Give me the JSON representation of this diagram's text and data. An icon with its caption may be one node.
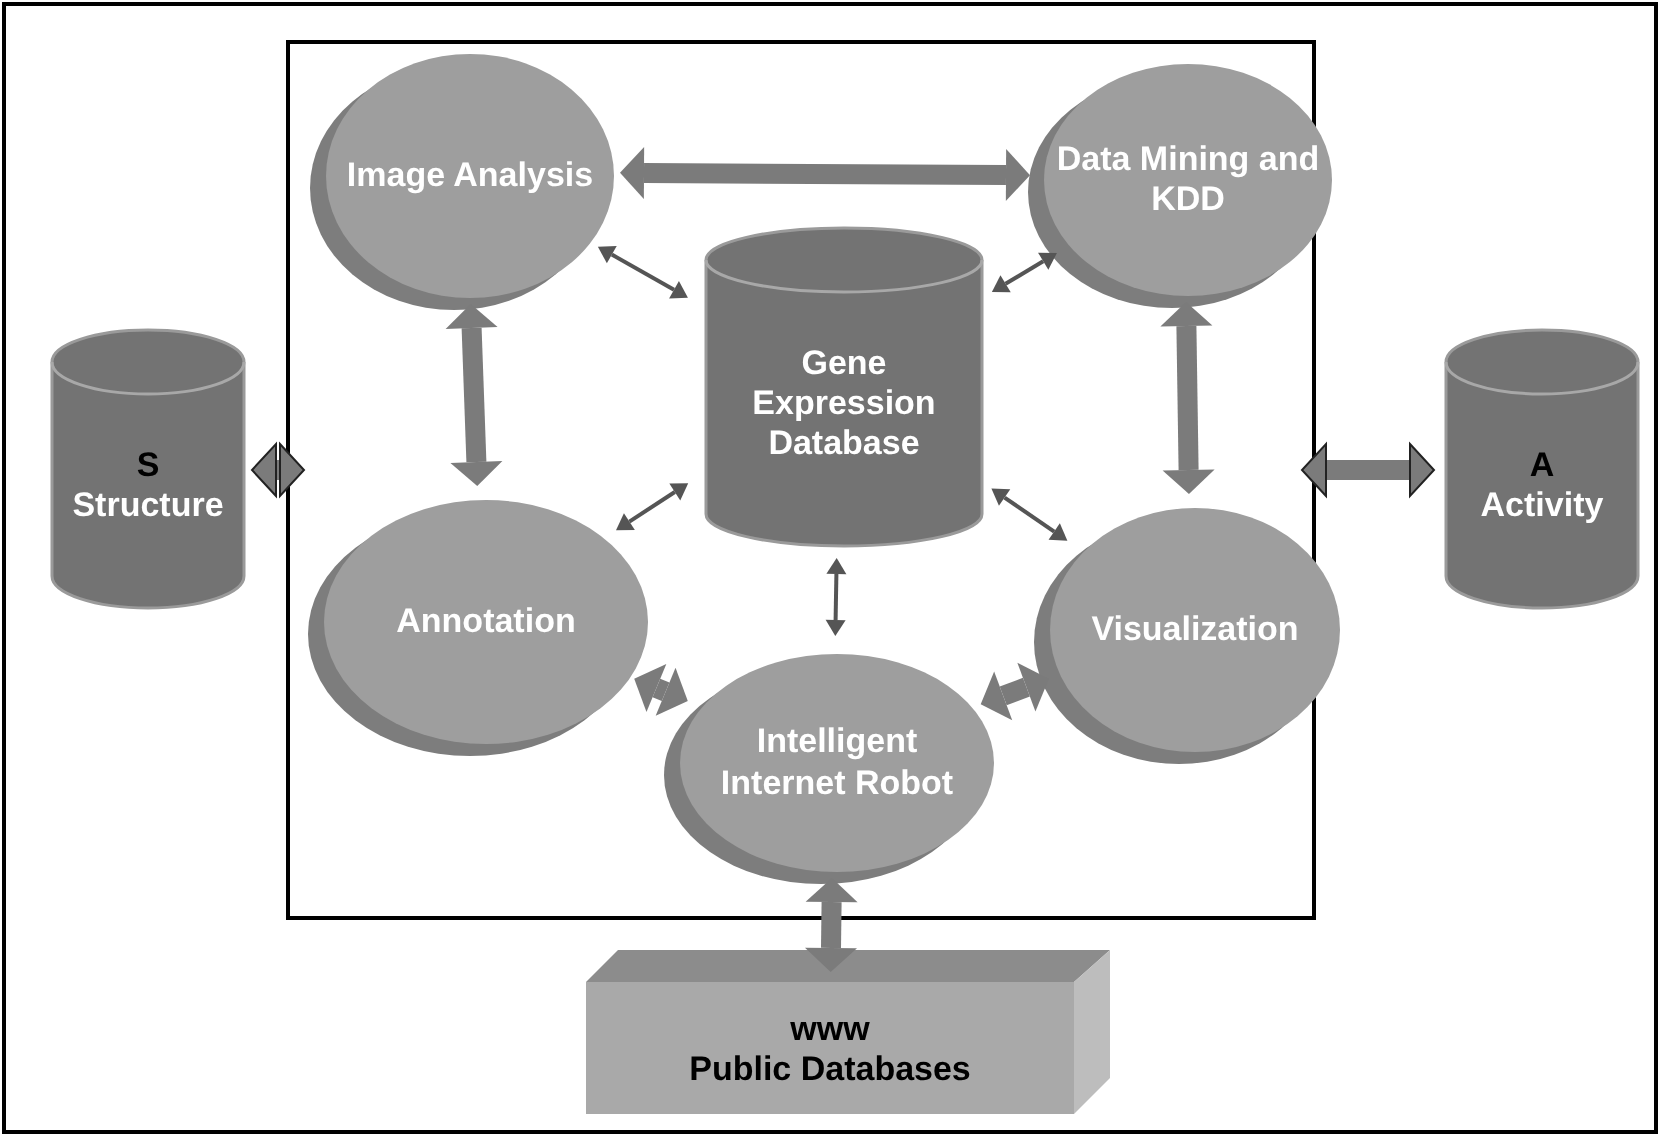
{
  "diagram": {
    "nodes": [
      {
        "text": [],
        "shape": "box"
      },
      {
        "text": [
          "Image Analysis"
        ],
        "in": 0
      },
      {
        "text": [
          "Data Mining and KDD"
        ],
        "in": 0
      },
      {
        "text": [
          "Gene Expression Database"
        ],
        "in": 0
      },
      {
        "text": [
          "S",
          "Structure"
        ]
      },
      {
        "text": [
          "A",
          "Activity"
        ]
      },
      {
        "text": [
          "Annotation"
        ],
        "in": 0
      },
      {
        "text": [
          "Visualization"
        ],
        "in": 0
      },
      {
        "text": [
          "Intelligent Internet Robot"
        ],
        "in": 0
      },
      {
        "text": [
          "www",
          "Public Databases"
        ]
      }
    ],
    "edges": [
      {
        "from": 1,
        "to": 2,
        "arrow": "both"
      },
      {
        "from": 1,
        "to": 3,
        "arrow": "both",
        "color": "#555555"
      },
      {
        "from": 2,
        "to": 3,
        "arrow": "both",
        "color": "#555555"
      },
      {
        "from": 1,
        "to": 6,
        "arrow": "both"
      },
      {
        "from": 2,
        "to": 7,
        "arrow": "both"
      },
      {
        "from": 3,
        "to": 6,
        "arrow": "both",
        "color": "#555555"
      },
      {
        "from": 3,
        "to": 7,
        "arrow": "both",
        "color": "#555555"
      },
      {
        "from": 3,
        "to": 8,
        "arrow": "both",
        "color": "#555555"
      },
      {
        "from": 6,
        "to": 8,
        "arrow": "both"
      },
      {
        "from": 7,
        "to": 8,
        "arrow": "both"
      },
      {
        "from": 8,
        "to": 9,
        "arrow": "both"
      },
      {
        "from": 4,
        "to": 0,
        "arrow": "both"
      },
      {
        "from": 5,
        "to": 0,
        "arrow": "both"
      }
    ]
  }
}
